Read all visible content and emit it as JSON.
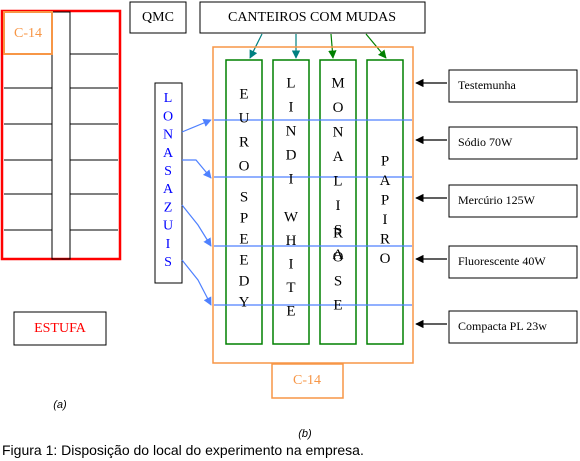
{
  "estufa_panel": {
    "corner_label": "C-14",
    "estufa_label": "ESTUFA",
    "caption": "(a)"
  },
  "layout_panel": {
    "qmc_label": "QMC",
    "canteiros_label": "CANTEIROS COM MUDAS",
    "lonas_label": [
      "L",
      "O",
      "N",
      "A",
      "S",
      "A",
      "Z",
      "U",
      "I",
      "S"
    ],
    "beds": [
      {
        "upper": [
          "E",
          "U",
          "R",
          "O"
        ],
        "lower": [
          "S",
          "P",
          "E",
          "E",
          "D",
          "Y"
        ]
      },
      {
        "upper": [
          "L",
          "I",
          "N",
          "D",
          "I"
        ],
        "lower": [
          "W",
          "H",
          "I",
          "T",
          "E"
        ]
      },
      {
        "upper": [
          "M",
          "O",
          "N",
          "A",
          "L",
          "I",
          "S",
          "A"
        ],
        "lower": [
          "R",
          "O",
          "S",
          "E"
        ]
      },
      {
        "upper": [],
        "lower": [
          "P",
          "A",
          "P",
          "I",
          "R",
          "O"
        ]
      }
    ],
    "lamps": [
      "Testemunha",
      "Sódio 70W",
      "Mercúrio 125W",
      "Fluorescente 40W",
      "Compacta PL 23w"
    ],
    "bottom_label": "C-14",
    "caption": "(b)"
  },
  "figure_caption": "Figura 1: Disposição do local do experimento na empresa.",
  "colors": {
    "estufa_red": "#ff0000",
    "orange": "#f79646",
    "bed_green": "#008000",
    "lona_blue": "#0000ff",
    "line_blue": "#4f81ff",
    "teal_arrow": "#008080",
    "black": "#000000"
  }
}
